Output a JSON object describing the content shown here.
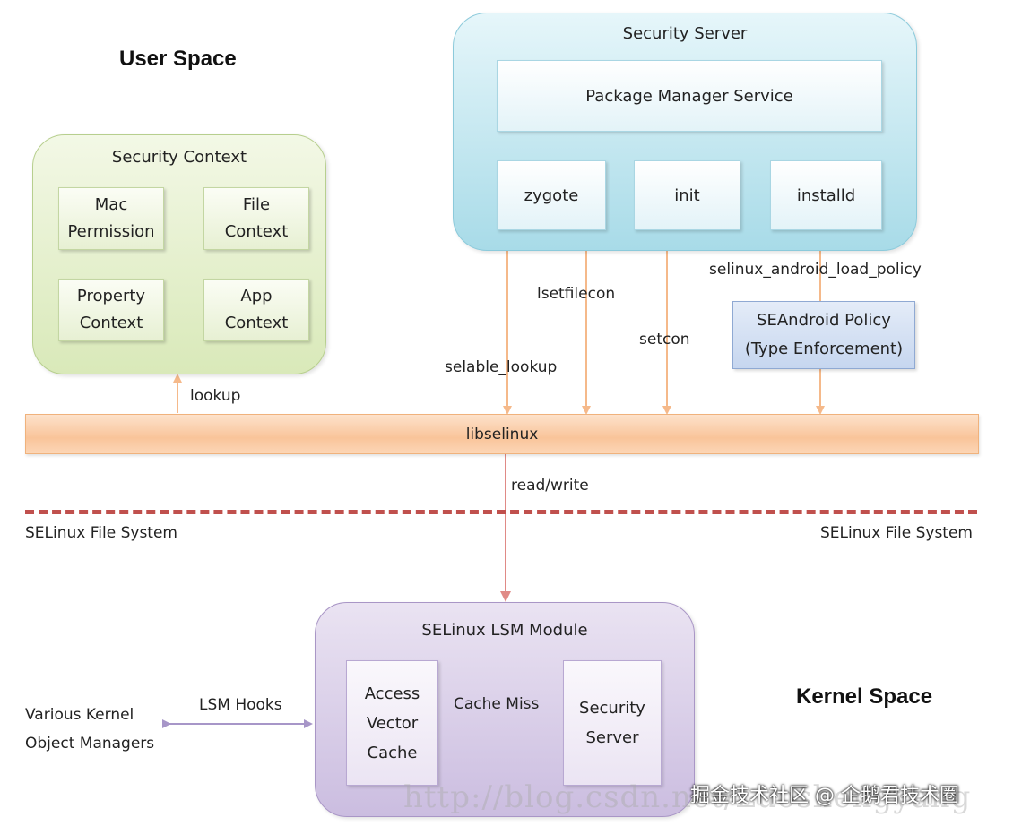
{
  "headings": {
    "user_space": "User Space",
    "kernel_space": "Kernel Space"
  },
  "security_context": {
    "title": "Security Context",
    "items": [
      "Mac\nPermission",
      "File\nContext",
      "Property\nContext",
      "App\nContext"
    ]
  },
  "security_server": {
    "title": "Security Server",
    "package_manager": "Package Manager Service",
    "components": [
      "zygote",
      "init",
      "installd"
    ]
  },
  "policy": {
    "label": "SEAndroid Policy\n(Type Enforcement)"
  },
  "calls": {
    "selable_lookup": "selable_lookup",
    "lsetfilecon": "lsetfilecon",
    "setcon": "setcon",
    "load_policy": "selinux_android_load_policy",
    "lookup": "lookup",
    "read_write": "read/write"
  },
  "libselinux": "libselinux",
  "filesystem": {
    "left": "SELinux File System",
    "right": "SELinux File System"
  },
  "lsm_module": {
    "title": "SELinux LSM Module",
    "avc": "Access\nVector\nCache",
    "cache_miss": "Cache Miss",
    "security_server": "Security\nServer"
  },
  "kernel": {
    "object_managers": "Various Kernel\nObject Managers",
    "lsm_hooks": "LSM Hooks"
  },
  "watermarks": {
    "url": "http://blog.csdn.net/Luoshengyang",
    "site": "掘金技术社区 @ 企鹅君技术圈"
  },
  "colors": {
    "orange_arrow": "#f5b98a",
    "red_arrow": "#e08a86",
    "purple_arrow": "#a796c8",
    "separator": "#c0504d"
  }
}
